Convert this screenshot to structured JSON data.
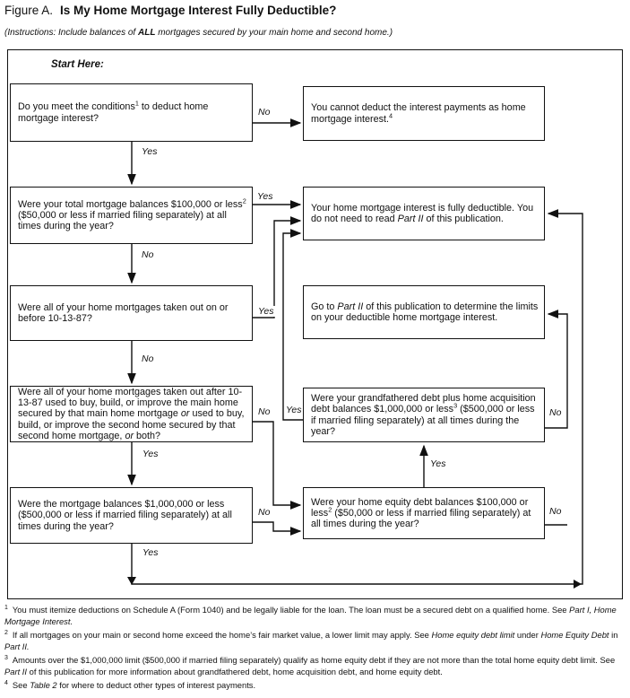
{
  "title": {
    "prefix": "Figure A.",
    "main": "Is My Home Mortgage Interest Fully Deductible?"
  },
  "instructions": {
    "segments": [
      {
        "t": "(Instructions: Include balances of ",
        "i": true
      },
      {
        "t": "ALL",
        "i": true,
        "b": true
      },
      {
        "t": " mortgages secured by your main home and second home.)",
        "i": true
      }
    ]
  },
  "start_here": "Start Here:",
  "labels": {
    "yes": "Yes",
    "no": "No"
  },
  "boxes": {
    "q1": {
      "segments": [
        {
          "t": "Do you meet the conditions"
        },
        {
          "t": "1",
          "sup": true
        },
        {
          "t": " to deduct home mortgage interest?"
        }
      ]
    },
    "r1": {
      "segments": [
        {
          "t": "You cannot deduct the interest payments as home mortgage interest."
        },
        {
          "t": "4",
          "sup": true
        }
      ]
    },
    "q2": {
      "segments": [
        {
          "t": "Were your total mortgage balances $100,000 or less"
        },
        {
          "t": "2",
          "sup": true
        },
        {
          "t": " ($50,000 or less if married filing separately) at all times during the year?"
        }
      ]
    },
    "r2": {
      "segments": [
        {
          "t": "Your home mortgage interest is fully deductible. You do not need to read "
        },
        {
          "t": "Part II",
          "i": true
        },
        {
          "t": " of this publication."
        }
      ]
    },
    "q3": {
      "segments": [
        {
          "t": "Were all of your home mortgages taken out on or before 10-13-87?"
        }
      ]
    },
    "r3": {
      "segments": [
        {
          "t": "Go to "
        },
        {
          "t": "Part II",
          "i": true
        },
        {
          "t": " of this publication to determine the limits on your deductible home mortgage interest."
        }
      ]
    },
    "q4": {
      "segments": [
        {
          "t": "Were all of your home mortgages taken out after 10-13-87 used to buy, build, or improve the main home secured by that main home mortgage "
        },
        {
          "t": "or",
          "i": true
        },
        {
          "t": " used to buy, build, or improve the second home secured by that second home mortgage, "
        },
        {
          "t": "or",
          "i": true
        },
        {
          "t": " both?"
        }
      ]
    },
    "q5": {
      "segments": [
        {
          "t": "Were your grandfathered debt plus home acquisition debt balances $1,000,000 or less"
        },
        {
          "t": "3",
          "sup": true
        },
        {
          "t": " ($500,000 or less if married filing separately) at all times during the year?"
        }
      ]
    },
    "q6": {
      "segments": [
        {
          "t": "Were the mortgage balances $1,000,000 or less ($500,000 or less if married filing separately) at all times during the year?"
        }
      ]
    },
    "q7": {
      "segments": [
        {
          "t": "Were your home equity debt balances $100,000 or less"
        },
        {
          "t": "2",
          "sup": true
        },
        {
          "t": " ($50,000 or less if married filing separately) at all times during the year?"
        }
      ]
    }
  },
  "footnotes": [
    {
      "num": "1",
      "segments": [
        {
          "t": "You must itemize deductions on Schedule A (Form 1040) and be legally liable for the loan. The loan must be a secured debt on a qualified home. See "
        },
        {
          "t": "Part I, Home Mortgage Interest.",
          "i": true
        }
      ]
    },
    {
      "num": "2",
      "segments": [
        {
          "t": "If all mortgages on your main or second home exceed the home’s fair market value, a lower limit may apply. See "
        },
        {
          "t": "Home equity debt limit",
          "i": true
        },
        {
          "t": " under "
        },
        {
          "t": "Home Equity Debt",
          "i": true
        },
        {
          "t": " in "
        },
        {
          "t": "Part II.",
          "i": true
        }
      ]
    },
    {
      "num": "3",
      "segments": [
        {
          "t": "Amounts over the $1,000,000 limit ($500,000 if married filing separately) qualify as home equity debt if they are not more than the total home equity debt limit. See "
        },
        {
          "t": "Part II",
          "i": true
        },
        {
          "t": " of this publication for more information about grandfathered debt, home acquisition debt, and home equity debt."
        }
      ]
    },
    {
      "num": "4",
      "segments": [
        {
          "t": "See "
        },
        {
          "t": "Table 2",
          "i": true
        },
        {
          "t": " for where to deduct other types of interest payments."
        }
      ]
    }
  ],
  "colors": {
    "line": "#111111",
    "background": "#ffffff",
    "text": "#111111"
  }
}
